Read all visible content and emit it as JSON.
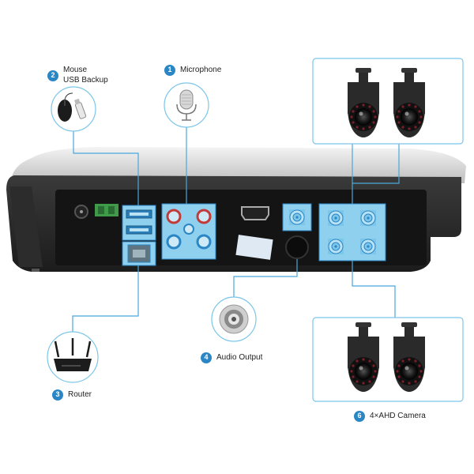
{
  "accent_color": "#2b86c5",
  "port_highlight_color": "#8fd0ee",
  "callouts": [
    {
      "number": "1",
      "label": "Microphone",
      "icon": "microphone-icon"
    },
    {
      "number": "2",
      "label": "Mouse",
      "label_line2": "USB Backup",
      "icon": "mouse-icon"
    },
    {
      "number": "3",
      "label": "Router",
      "icon": "router-icon"
    },
    {
      "number": "4",
      "label": "Audio Output",
      "icon": "speaker-icon"
    },
    {
      "number": "6",
      "label": "4×AHD Camera",
      "icon": "camera-icon"
    }
  ],
  "panel_ports": [
    {
      "name": "dc-power-jack"
    },
    {
      "name": "alarm-terminal"
    },
    {
      "name": "usb-ports"
    },
    {
      "name": "ethernet-port"
    },
    {
      "name": "audio-rca-ports"
    },
    {
      "name": "hdmi-port"
    },
    {
      "name": "vga-bnc-port"
    },
    {
      "name": "video-bnc-ports"
    }
  ]
}
